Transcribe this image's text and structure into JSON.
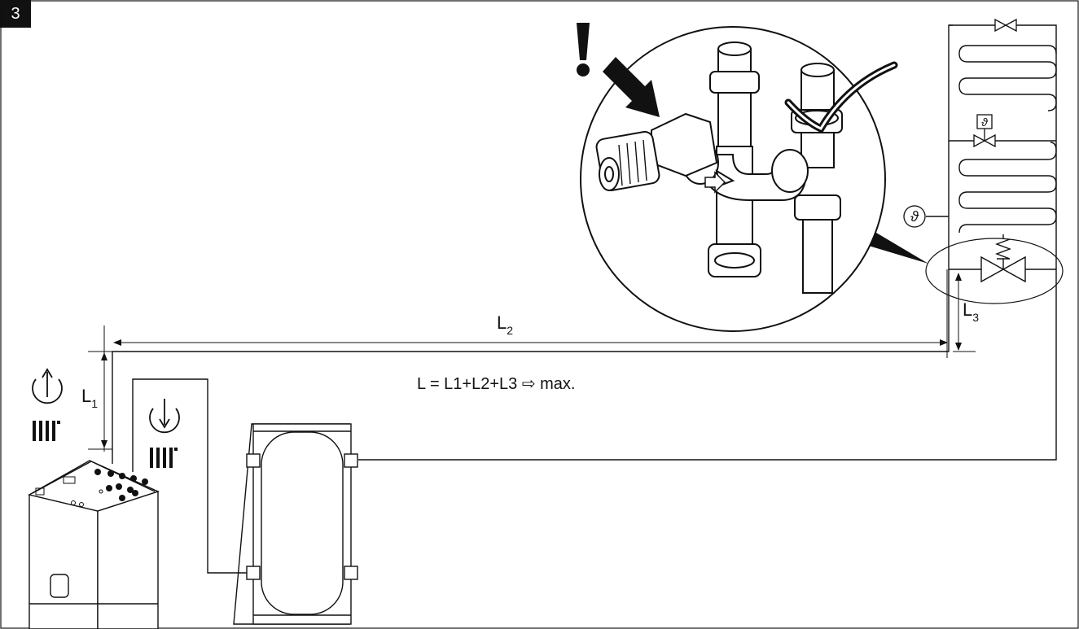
{
  "figure": {
    "number": "3"
  },
  "labels": {
    "l1": "L",
    "l1_sub": "1",
    "l2": "L",
    "l2_sub": "2",
    "l3": "L",
    "l3_sub": "3",
    "formula": "L = L1+L2+L3 ⇨ max.",
    "warning": "!"
  },
  "icons": {
    "heating_flow": "heating-flow-up-arrow-radiator-icon",
    "heating_return": "heating-return-down-arrow-radiator-icon",
    "thermometer": "thermometer-theta-icon",
    "thermostatic_valve": "thermostatic-valve-theta-icon",
    "checkmark": "checkmark-icon",
    "warning_arrow": "warning-arrow-icon"
  }
}
